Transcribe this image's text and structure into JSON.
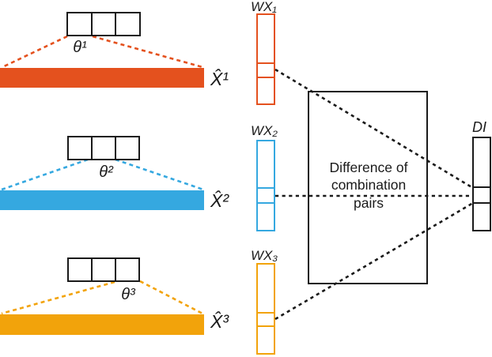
{
  "figure": {
    "background": "#ffffff",
    "line_color": "#1a1a1a"
  },
  "streams": [
    {
      "name": "stream-1",
      "color": "#e4511e",
      "theta_label": "θ¹",
      "signal_label": "X̂¹",
      "wx_label": "WX₁"
    },
    {
      "name": "stream-2",
      "color": "#35a8e0",
      "theta_label": "θ²",
      "signal_label": "X̂²",
      "wx_label": "WX₂"
    },
    {
      "name": "stream-3",
      "color": "#f2a30b",
      "theta_label": "θ³",
      "signal_label": "X̂³",
      "wx_label": "WX₃"
    }
  ],
  "difference_box": {
    "label_lines": [
      "Difference of",
      "combination",
      "pairs"
    ]
  },
  "output": {
    "label": "DI"
  }
}
